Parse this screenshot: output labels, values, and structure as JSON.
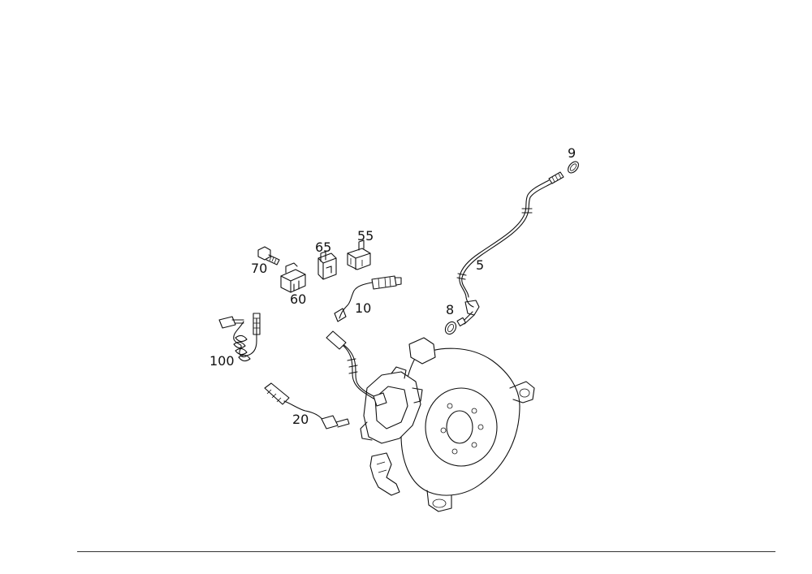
{
  "labels": {
    "p5": "5",
    "p8": "8",
    "p9": "9",
    "p10": "10",
    "p20": "20",
    "p55": "55",
    "p60": "60",
    "p65": "65",
    "p70": "70",
    "p100": "100"
  },
  "colors": {
    "line": "#111111",
    "background": "#ffffff"
  }
}
